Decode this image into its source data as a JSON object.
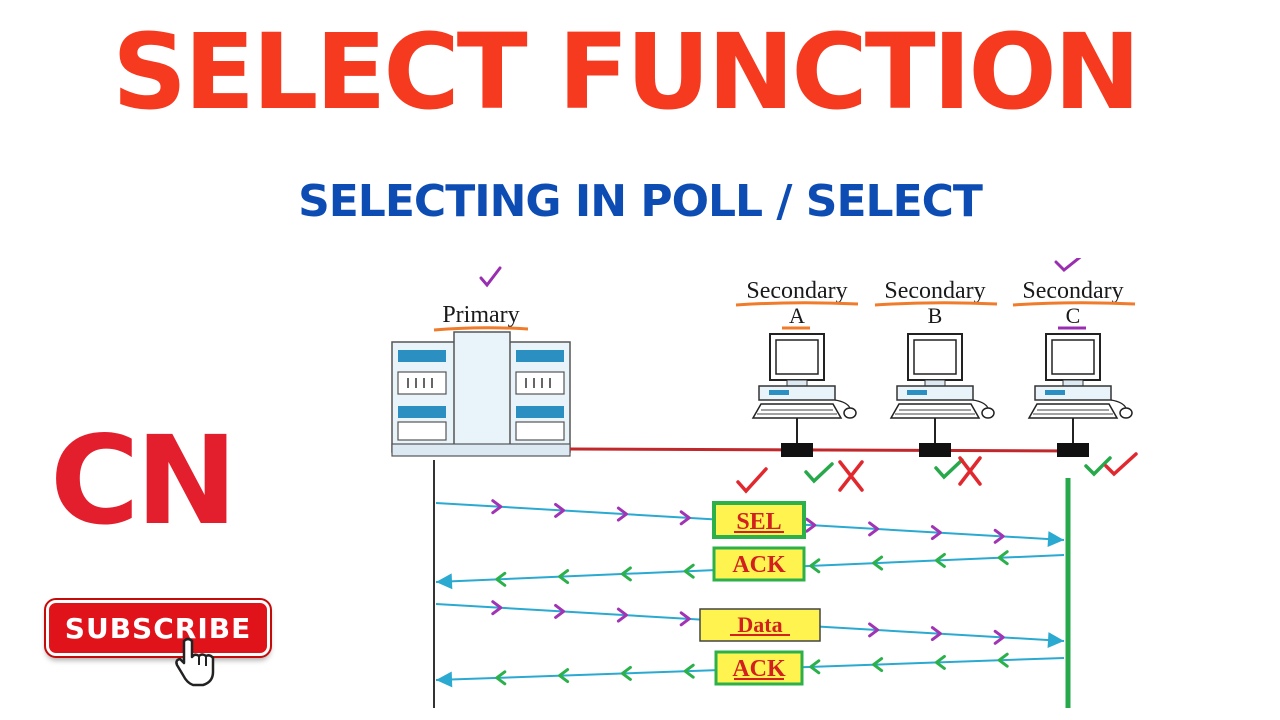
{
  "header": {
    "title": "SELECT FUNCTION",
    "subtitle": "SELECTING IN POLL / SELECT"
  },
  "badge": {
    "label": "CN"
  },
  "subscribe": {
    "label": "SUBSCRIBE"
  },
  "diagram": {
    "primary_label": "Primary",
    "secondaries": [
      {
        "name": "Secondary",
        "letter": "A"
      },
      {
        "name": "Secondary",
        "letter": "B"
      },
      {
        "name": "Secondary",
        "letter": "C"
      }
    ],
    "frames": [
      "SEL",
      "ACK",
      "Data",
      "ACK"
    ]
  },
  "colors": {
    "title": "#f53a1f",
    "subtitle": "#0d4db3",
    "cn": "#e31e2d",
    "subscribe_bg": "#e0131b",
    "bus": "#c0282b",
    "frame_fill": "#fff44f",
    "frame_text": "#d21f1f",
    "arrow_line": "#2aa9d1",
    "arrow_right": "#a133b5",
    "arrow_left": "#2bb04a",
    "check_red": "#e0282e",
    "check_green": "#27a84a",
    "check_purple": "#9a2eb0",
    "underline_orange": "#f07b2a",
    "device_blue": "#2b8fc2"
  }
}
